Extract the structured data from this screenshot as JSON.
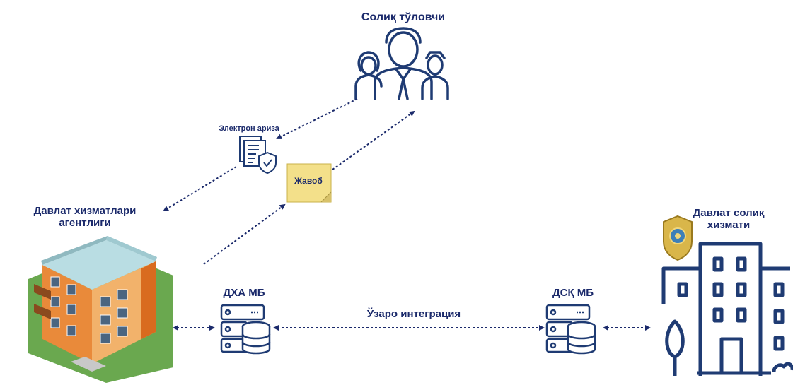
{
  "taxpayer": {
    "title": "Солиқ тўловчи"
  },
  "electronic_application": {
    "label": "Электрон ариза"
  },
  "reply": {
    "label": "Жавоб"
  },
  "agency": {
    "title": "Давлат хизматлари\nагентлиги"
  },
  "tax_service": {
    "title": "Давлат солиқ\nхизмати"
  },
  "db_left": {
    "label": "ДХА МБ"
  },
  "db_right": {
    "label": "ДСҚ МБ"
  },
  "integration": {
    "label": "Ўзаро интеграция"
  },
  "colors": {
    "navy": "#1b2a6b",
    "icon_blue": "#1f3b73",
    "frame": "#4a80c0",
    "note_yellow": "#f3e08a",
    "building_orange": "#e98a3a",
    "roof_teal": "#9fc9d0"
  }
}
